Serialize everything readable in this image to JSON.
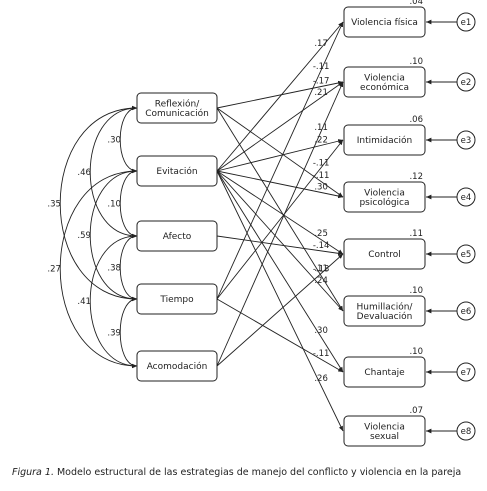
{
  "left_nodes": [
    {
      "id": "reflexion",
      "lines": [
        "Reflexión/",
        "Comunicación"
      ]
    },
    {
      "id": "evitacion",
      "lines": [
        "Evitación"
      ]
    },
    {
      "id": "afecto",
      "lines": [
        "Afecto"
      ]
    },
    {
      "id": "tiempo",
      "lines": [
        "Tiempo"
      ]
    },
    {
      "id": "acomodacion",
      "lines": [
        "Acomodación"
      ]
    }
  ],
  "right_nodes": [
    {
      "id": "vfisica",
      "lines": [
        "Violencia física"
      ],
      "r2": ".04",
      "error": "e1"
    },
    {
      "id": "veconomica",
      "lines": [
        "Violencia",
        "económica"
      ],
      "r2": ".10",
      "error": "e2"
    },
    {
      "id": "intimidacion",
      "lines": [
        "Intimidación"
      ],
      "r2": ".06",
      "error": "e3"
    },
    {
      "id": "vpsicologica",
      "lines": [
        "Violencia",
        "psicológica"
      ],
      "r2": ".12",
      "error": "e4"
    },
    {
      "id": "control",
      "lines": [
        "Control"
      ],
      "r2": ".11",
      "error": "e5"
    },
    {
      "id": "humillacion",
      "lines": [
        "Humillación/",
        "Devaluación"
      ],
      "r2": ".10",
      "error": "e6"
    },
    {
      "id": "chantaje",
      "lines": [
        "Chantaje"
      ],
      "r2": ".10",
      "error": "e7"
    },
    {
      "id": "vsexual",
      "lines": [
        "Violencia",
        "sexual"
      ],
      "r2": ".07",
      "error": "e8"
    }
  ],
  "paths": [
    {
      "from": "evitacion",
      "to": "vfisica",
      "label": ".17"
    },
    {
      "from": "tiempo",
      "to": "vfisica",
      "label": "-.11"
    },
    {
      "from": "evitacion",
      "to": "veconomica",
      "label": ".21"
    },
    {
      "from": "reflexion",
      "to": "veconomica",
      "label": "-.17"
    },
    {
      "from": "acomodacion",
      "to": "veconomica",
      "label": ".11"
    },
    {
      "from": "evitacion",
      "to": "intimidacion",
      "label": ".22"
    },
    {
      "from": "tiempo",
      "to": "intimidacion",
      "label": "-.11"
    },
    {
      "from": "reflexion",
      "to": "vpsicologica",
      "label": "-.11"
    },
    {
      "from": "evitacion",
      "to": "vpsicologica",
      "label": ".30"
    },
    {
      "from": "evitacion",
      "to": "control",
      "label": ".25"
    },
    {
      "from": "afecto",
      "to": "control",
      "label": "-.14"
    },
    {
      "from": "acomodacion",
      "to": "control",
      "label": ".11"
    },
    {
      "from": "reflexion",
      "to": "humillacion",
      "label": "-.13"
    },
    {
      "from": "evitacion",
      "to": "humillacion",
      "label": ".24"
    },
    {
      "from": "evitacion",
      "to": "chantaje",
      "label": ".30"
    },
    {
      "from": "tiempo",
      "to": "chantaje",
      "label": "-.11"
    },
    {
      "from": "evitacion",
      "to": "vsexual",
      "label": ".26"
    }
  ],
  "correlations": [
    {
      "from": "reflexion",
      "to": "evitacion",
      "label": ".30"
    },
    {
      "from": "evitacion",
      "to": "afecto",
      "label": ".10"
    },
    {
      "from": "afecto",
      "to": "tiempo",
      "label": ".38"
    },
    {
      "from": "tiempo",
      "to": "acomodacion",
      "label": ".39"
    },
    {
      "from": "reflexion",
      "to": "afecto",
      "label": ".46"
    },
    {
      "from": "evitacion",
      "to": "tiempo",
      "label": ".59"
    },
    {
      "from": "afecto",
      "to": "acomodacion",
      "label": ".41"
    },
    {
      "from": "reflexion",
      "to": "tiempo",
      "label": ".35"
    },
    {
      "from": "evitacion",
      "to": "acomodacion",
      "label": ".27"
    }
  ],
  "caption": {
    "figure_label": "Figura 1.",
    "text": " Modelo estructural de las estrategias de manejo del conflicto y violencia en la pareja"
  }
}
